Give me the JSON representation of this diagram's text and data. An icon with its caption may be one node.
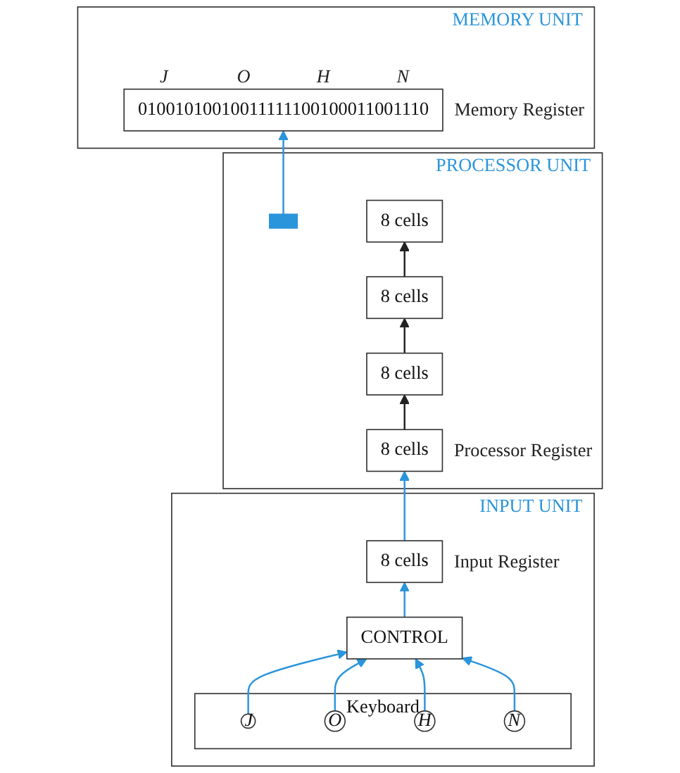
{
  "diagram": {
    "nodes": [
      {
        "text": [
          "MEMORY UNIT"
        ]
      },
      {
        "text": [
          "01001010010011111100100011001110"
        ],
        "in": 0,
        "beside": [
          "J",
          "O",
          "H",
          "N",
          "Memory Register"
        ]
      },
      {
        "text": [
          "PROCESSOR UNIT"
        ]
      },
      {
        "text": [],
        "shape": "bar",
        "in": 2
      },
      {
        "text": [
          "8 cells"
        ],
        "in": 2
      },
      {
        "text": [
          "8 cells"
        ],
        "in": 2
      },
      {
        "text": [
          "8 cells"
        ],
        "in": 2
      },
      {
        "text": [
          "8 cells"
        ],
        "in": 2,
        "beside": [
          "Processor Register"
        ]
      },
      {
        "text": [
          "INPUT UNIT"
        ]
      },
      {
        "text": [
          "8 cells"
        ],
        "in": 8,
        "beside": [
          "Input Register"
        ]
      },
      {
        "text": [
          "Keyboard"
        ],
        "in": 8
      },
      {
        "text": [
          "J"
        ],
        "in": 10
      },
      {
        "text": [
          "O"
        ],
        "in": 10
      },
      {
        "text": [
          "H"
        ],
        "in": 10
      },
      {
        "text": [
          "N"
        ],
        "in": 10
      },
      {
        "text": [
          "CONTROL"
        ],
        "in": 8
      }
    ],
    "edges": [
      {
        "from": 3,
        "to": 1,
        "arrow": "to"
      },
      {
        "from": 7,
        "to": 6,
        "arrow": "to",
        "color": "#222222"
      },
      {
        "from": 6,
        "to": 5,
        "arrow": "to",
        "color": "#222222"
      },
      {
        "from": 5,
        "to": 4,
        "arrow": "to",
        "color": "#222222"
      },
      {
        "from": 9,
        "to": 7,
        "arrow": "to"
      },
      {
        "from": 15,
        "to": 9,
        "arrow": "to"
      },
      {
        "from": 11,
        "to": 15,
        "arrow": "to"
      },
      {
        "from": 12,
        "to": 15,
        "arrow": "to"
      },
      {
        "from": 13,
        "to": 15,
        "arrow": "to"
      },
      {
        "from": 14,
        "to": 15,
        "arrow": "to"
      }
    ]
  }
}
